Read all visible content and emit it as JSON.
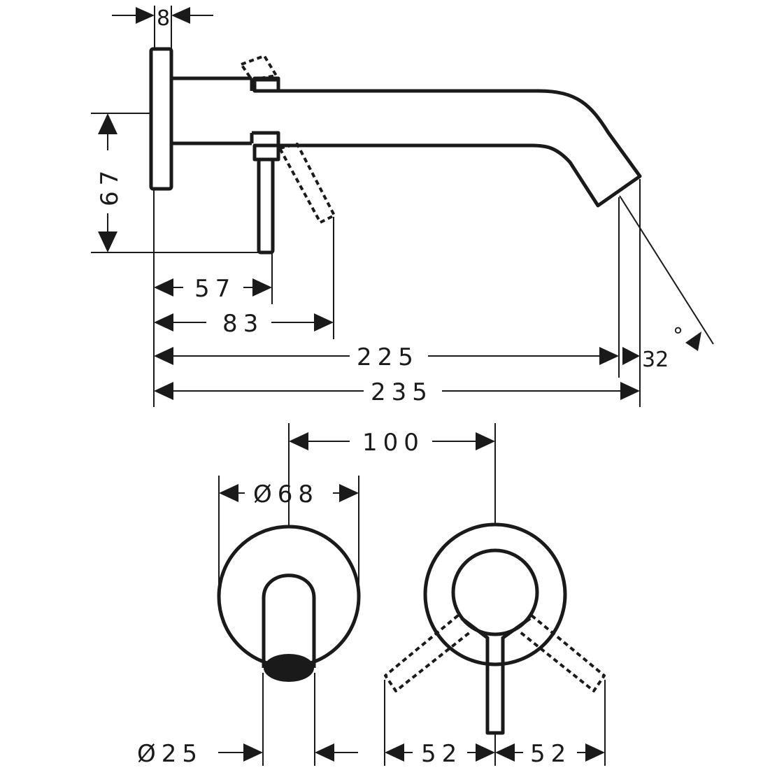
{
  "dimensions": {
    "flange_thickness": "8",
    "height": "67",
    "lever_offset": "57",
    "lever_reach": "83",
    "spout_length": "225",
    "total_length": "235",
    "angle": "32",
    "angle_unit": "°",
    "center_distance": "100",
    "rosette_diameter": "Ø68",
    "outlet_diameter": "Ø25",
    "lever_swing_left": "52",
    "lever_swing_right": "52"
  }
}
